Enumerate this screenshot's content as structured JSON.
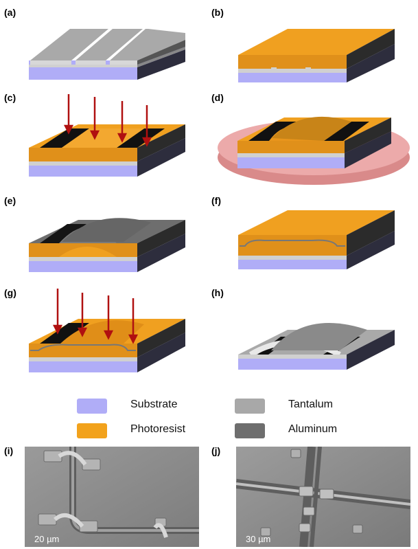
{
  "panels": {
    "a": "(a)",
    "b": "(b)",
    "c": "(c)",
    "d": "(d)",
    "e": "(e)",
    "f": "(f)",
    "g": "(g)",
    "h": "(h)",
    "i": "(i)",
    "j": "(j)"
  },
  "legend": [
    {
      "label": "Substrate",
      "color": "#b0adf7"
    },
    {
      "label": "Tantalum",
      "color": "#a8a8a8"
    },
    {
      "label": "Photoresist",
      "color": "#f2a21c"
    },
    {
      "label": "Aluminum",
      "color": "#6e6e6e"
    }
  ],
  "scalebars": {
    "i": "20 µm",
    "j": "30 µm"
  },
  "colors": {
    "substrate": "#b0adf7",
    "substrate_side": "#7e7cc4",
    "tantalum": "#c8c8c8",
    "tantalum_side": "#9a9a9a",
    "photoresist_top": "#f0a020",
    "photoresist_side": "#c07a10",
    "aluminum": "#5a5a5a",
    "dark_side": "#2a2a2a",
    "arrow": "#b01010",
    "spinner": "#e79a9a"
  }
}
